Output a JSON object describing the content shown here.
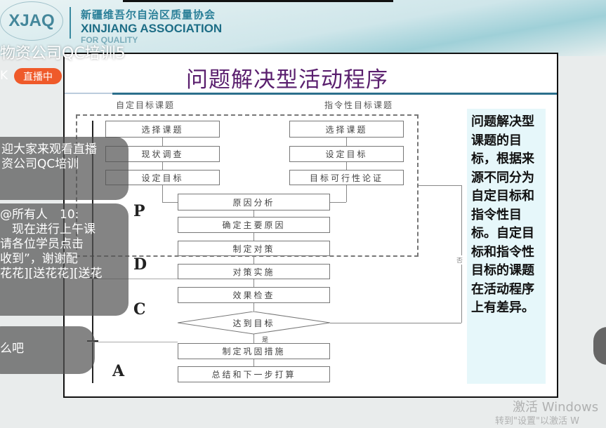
{
  "banner": {
    "logo": "XJAQ",
    "org_cn": "新疆维吾尔自治区质量协会",
    "org_en": "XINJIANG ASSOCIATION",
    "org_en2": "FOR QUALITY"
  },
  "stream": {
    "title": "物资公司QC培训5",
    "status_badge": "直播中",
    "left_char": "K",
    "viewer_count": "10",
    "accent": "#ef5a2a"
  },
  "slide": {
    "title": "问题解决型活动程序",
    "left_header": "自定目标课题",
    "right_header": "指令性目标课题",
    "left_steps": [
      "选择课题",
      "现状调查",
      "设定目标"
    ],
    "right_steps": [
      "选择课题",
      "设定目标",
      "目标可行性论证"
    ],
    "center_steps": [
      "原因分析",
      "确定主要原因",
      "制定对策",
      "对策实施",
      "效果检查"
    ],
    "decision": "达到目标",
    "yes_label": "是",
    "no_label": "否",
    "final_steps": [
      "制定巩固措施",
      "总结和下一步打算"
    ],
    "phases": [
      "P",
      "D",
      "C",
      "A"
    ],
    "note": "问题解决型课题的目标，根据来源不同分为自定目标和指令性目标。自定目标和指令性目标的课题在活动程序上有差异。"
  },
  "chat": [
    {
      "lines": [
        "迎大家来观看直播",
        "资公司QC培训"
      ]
    },
    {
      "lines": [
        "@所有人　10:",
        "　现在进行上午课",
        "请各位学员点击",
        "收到”，谢谢配",
        "花花][送花花][送花"
      ]
    },
    {
      "lines": [
        "么吧"
      ]
    }
  ],
  "watermark": {
    "line1": "激活 Windows",
    "line2": "转到\"设置\"以激活 W"
  }
}
